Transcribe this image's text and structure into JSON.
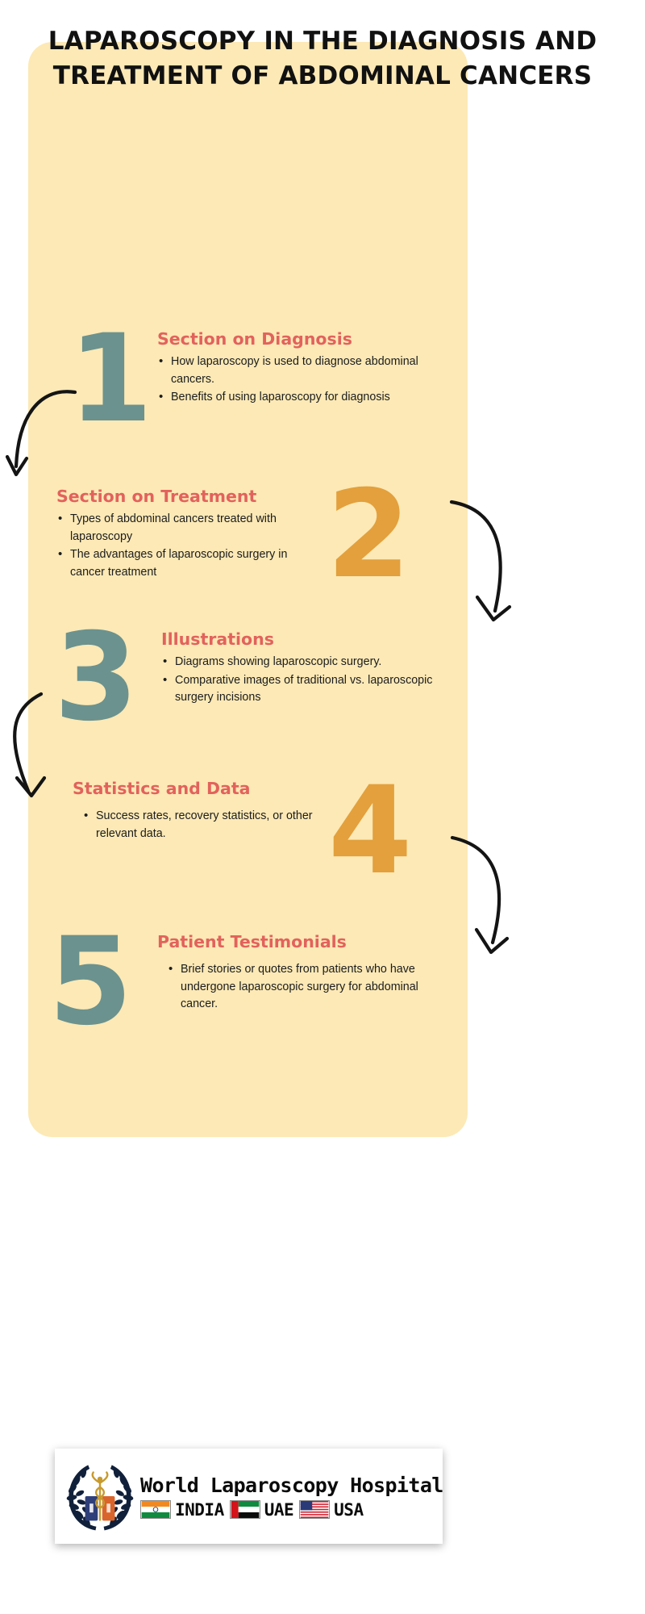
{
  "page": {
    "title": "LAPAROSCOPY IN THE DIAGNOSIS AND TREATMENT OF ABDOMINAL CANCERS",
    "background_color": "#ffffff",
    "card_color": "#fce9b6",
    "heading_color": "#e2625c",
    "number_teal": "#6b928e",
    "number_orange": "#e3a03c",
    "body_text_color": "#1c1c1c"
  },
  "steps": [
    {
      "number": "1",
      "number_color": "teal",
      "heading": "Section on Diagnosis",
      "bullets": [
        "How laparoscopy is used to diagnose abdominal cancers.",
        "Benefits of using laparoscopy for diagnosis"
      ]
    },
    {
      "number": "2",
      "number_color": "orange",
      "heading": "Section on Treatment",
      "bullets": [
        "Types of abdominal cancers treated with laparoscopy",
        "The advantages of laparoscopic surgery in cancer treatment"
      ]
    },
    {
      "number": "3",
      "number_color": "teal",
      "heading": "Illustrations",
      "bullets": [
        "Diagrams showing laparoscopic surgery.",
        "Comparative images of traditional vs. laparoscopic surgery incisions"
      ]
    },
    {
      "number": "4",
      "number_color": "orange",
      "heading": "Statistics and Data",
      "bullets": [
        "Success rates, recovery statistics, or other relevant data."
      ]
    },
    {
      "number": "5",
      "number_color": "teal",
      "heading": "Patient Testimonials",
      "bullets": [
        "Brief stories or quotes from patients who have undergone laparoscopic surgery for abdominal cancer."
      ]
    }
  ],
  "footer": {
    "organization": "World Laparoscopy Hospital",
    "countries": [
      {
        "label": "INDIA",
        "flag": "india-flag"
      },
      {
        "label": "UAE",
        "flag": "uae-flag"
      },
      {
        "label": "USA",
        "flag": "usa-flag"
      }
    ]
  }
}
